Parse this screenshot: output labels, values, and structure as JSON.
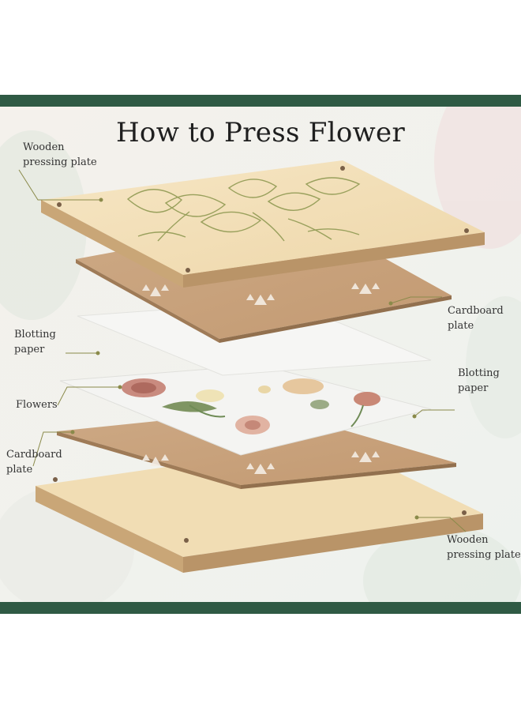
{
  "title": "How to Press Flower",
  "labels": {
    "wooden_top": "Wooden\npressing plate",
    "cardboard_right": "Cardboard\nplate",
    "blotting_left": "Blotting\npaper",
    "blotting_right": "Blotting\npaper",
    "flowers": "Flowers",
    "cardboard_left": "Cardboard\nplate",
    "wooden_bottom": "Wooden\npressing plate"
  },
  "colors": {
    "frame_bar": "#2f5a44",
    "wood_face": "#f3e2bd",
    "wood_edge": "#c9a677",
    "cardboard": "#c8a27d",
    "paper": "#f4f4f2",
    "leader_line": "#8a8a4a"
  }
}
